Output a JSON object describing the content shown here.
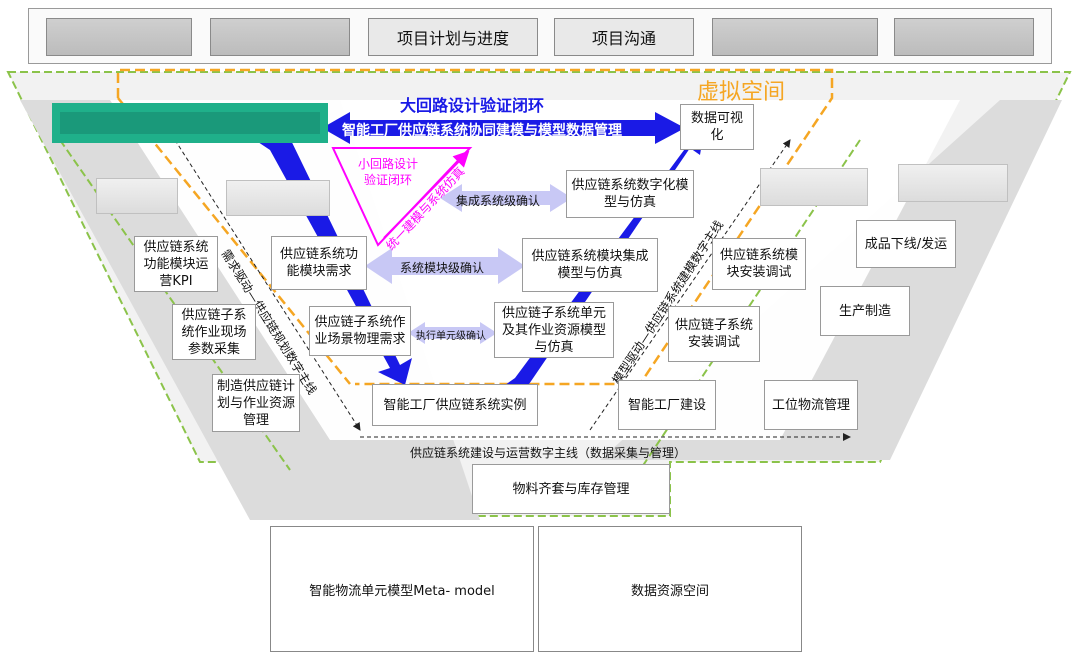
{
  "top_tabs": [
    "项目计划与进度",
    "项目沟通"
  ],
  "virtual_space": "虚拟空间",
  "big_loop": "大回路设计验证闭环",
  "small_loop": "小回路设计\n验证闭环",
  "unified_model": "统一建模与系统仿真",
  "main_banner": "智能工厂供应链系统协同建模与模型数据管理",
  "demand_thread": "需求驱动—供应链规划数字主线",
  "model_thread": "模型驱动—供应链系统建模数字主线",
  "bottom_thread": "供应链系统建设与运营数字主线（数据采集与管理）",
  "confirm_system": "集成系统级确认",
  "confirm_module": "系统模块级确认",
  "confirm_unit": "执行单元级确认",
  "nodes": {
    "data_vis": "数据可视化",
    "digital_model": "供应链系统数字化模型与仿真",
    "func_req": "供应链系统功能模块需求",
    "module_model": "供应链系统模块集成模型与仿真",
    "sub_req": "供应链子系统作业场景物理需求",
    "unit_model": "供应链子系统单元及其作业资源模型与仿真",
    "instance": "智能工厂供应链系统实例",
    "kpi": "供应链系统功能模块运营KPI",
    "field_params": "供应链子系统作业现场参数采集",
    "plan": "制造供应链计划与作业资源管理",
    "module_debug": "供应链系统模块安装调试",
    "sub_debug": "供应链子系统安装调试",
    "factory": "智能工厂建设",
    "station": "工位物流管理",
    "production": "生产制造",
    "shipping": "成品下线/发运",
    "material": "物料齐套与库存管理",
    "meta_model": "智能物流单元模型Meta- model",
    "data_space": "数据资源空间"
  },
  "colors": {
    "blue": "#1a1ae6",
    "magenta": "#ff00ff",
    "orange": "#f5a623",
    "green": "#8bc34a"
  }
}
